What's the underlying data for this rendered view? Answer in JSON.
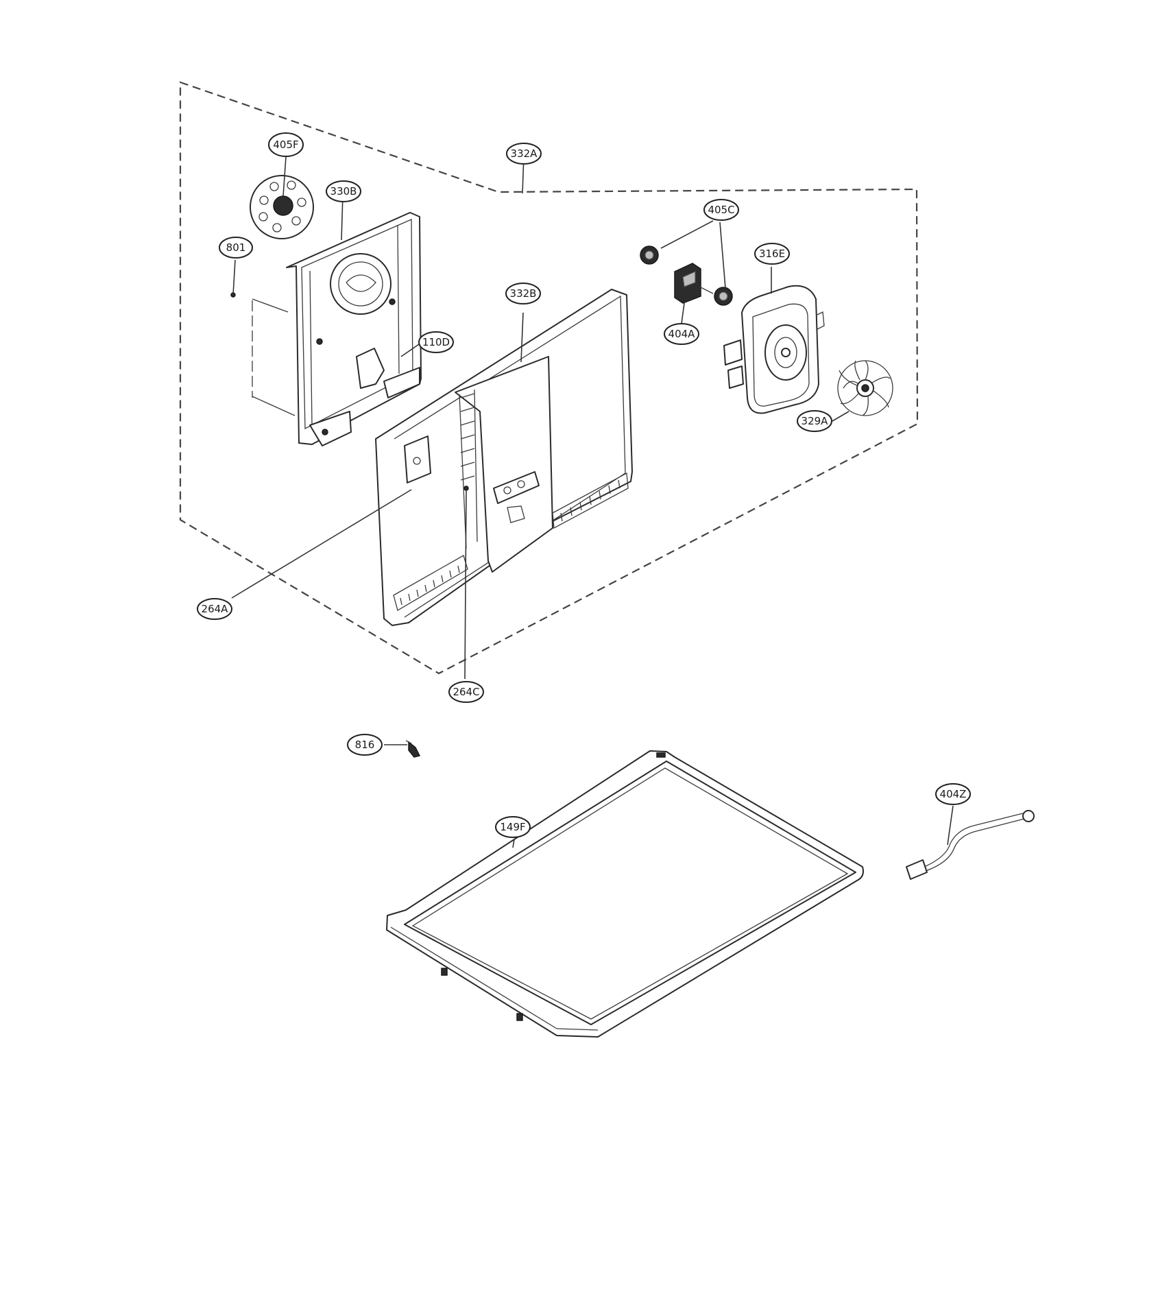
{
  "diagram": {
    "callouts": [
      {
        "id": "405F",
        "label": "405F"
      },
      {
        "id": "332A",
        "label": "332A"
      },
      {
        "id": "330B",
        "label": "330B"
      },
      {
        "id": "801",
        "label": "801"
      },
      {
        "id": "332B",
        "label": "332B"
      },
      {
        "id": "110D",
        "label": "110D"
      },
      {
        "id": "405C",
        "label": "405C"
      },
      {
        "id": "316E",
        "label": "316E"
      },
      {
        "id": "404A",
        "label": "404A"
      },
      {
        "id": "329A",
        "label": "329A"
      },
      {
        "id": "264A",
        "label": "264A"
      },
      {
        "id": "264C",
        "label": "264C"
      },
      {
        "id": "816",
        "label": "816"
      },
      {
        "id": "149F",
        "label": "149F"
      },
      {
        "id": "404Z",
        "label": "404Z"
      }
    ]
  }
}
